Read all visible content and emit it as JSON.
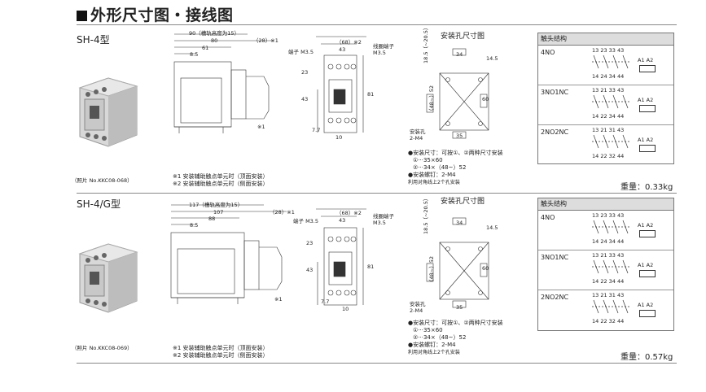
{
  "page": {
    "title": "外形尺寸图・接线图"
  },
  "sections": [
    {
      "model": "SH-4型",
      "photo_caption": "（照片 No.KKC08-068）",
      "notes": [
        "※1 安装辅助触点单元时（顶面安装）",
        "※2 安装辅助触点单元时（侧面安装）"
      ],
      "side_dims": {
        "d1": "90（槽轨高度为15）",
        "d2": "80",
        "d3": "（28）※1",
        "d4": "61",
        "d5": "8.5",
        "star1": "※1"
      },
      "front_dims": {
        "d1": "（68）※2",
        "d2": "43",
        "coil_label": "线圈端子\nM3.5",
        "terminal_label": "端子 M3.5",
        "h1": "23",
        "h2": "43",
        "h3": "81",
        "b1": "7.7",
        "b2": "10"
      },
      "mount_title": "安装孔尺寸图",
      "mount_dims": {
        "v1": "18.5（~20.5）",
        "top": "34",
        "r1": "14.5",
        "left": "（48~）52",
        "right": "60",
        "bottom": "35",
        "hole": "安装孔\n2-M4"
      },
      "mount_notes": [
        "●安装尺寸：可按①、②两种尺寸安装",
        "①···35×60",
        "②···34×（48~）52",
        "●安装螺钉：2-M4",
        "利用对角线上2个孔安装"
      ],
      "contact_header": "触头结构",
      "contacts": [
        {
          "label": "4NO",
          "top": "13 23 33 43",
          "bottom": "14 24 34 44",
          "coil": "A1 A2"
        },
        {
          "label": "3NO1NC",
          "top": "13 21 33 43",
          "bottom": "14 22 34 44",
          "coil": "A1 A2"
        },
        {
          "label": "2NO2NC",
          "top": "13 21 31 43",
          "bottom": "14 22 32 44",
          "coil": "A1 A2"
        }
      ],
      "weight": "重量：0.33kg"
    },
    {
      "model": "SH-4/G型",
      "photo_caption": "（照片 No.KKC08-069）",
      "notes": [
        "※1 安装辅助触点单元时（顶面安装）",
        "※2 安装辅助触点单元时（侧面安装）"
      ],
      "side_dims": {
        "d1": "117（槽轨高度为15）",
        "d2": "107",
        "d3": "（28）※1",
        "d4": "88",
        "d5": "8.5",
        "star1": "※1"
      },
      "front_dims": {
        "d1": "（68）※2",
        "d2": "43",
        "coil_label": "线圈端子\nM3.5",
        "terminal_label": "端子 M3.5",
        "h1": "23",
        "h2": "43",
        "h3": "81",
        "b1": "7.7",
        "b2": "10"
      },
      "mount_title": "安装孔尺寸图",
      "mount_dims": {
        "v1": "18.5（~20.5）",
        "top": "34",
        "r1": "14.5",
        "left": "（48~）52",
        "right": "60",
        "bottom": "35",
        "hole": "安装孔\n2-M4"
      },
      "mount_notes": [
        "●安装尺寸：可按①、②两种尺寸安装",
        "①···35×60",
        "②···34×（48~）52",
        "●安装螺钉：2-M4",
        "利用对角线上2个孔安装"
      ],
      "contact_header": "触头结构",
      "contacts": [
        {
          "label": "4NO",
          "top": "13 23 33 43",
          "bottom": "14 24 34 44",
          "coil": "A1 A2"
        },
        {
          "label": "3NO1NC",
          "top": "13 21 33 43",
          "bottom": "14 22 34 44",
          "coil": "A1 A2"
        },
        {
          "label": "2NO2NC",
          "top": "13 21 31 43",
          "bottom": "14 22 32 44",
          "coil": "A1 A2"
        }
      ],
      "weight": "重量：0.57kg"
    }
  ]
}
